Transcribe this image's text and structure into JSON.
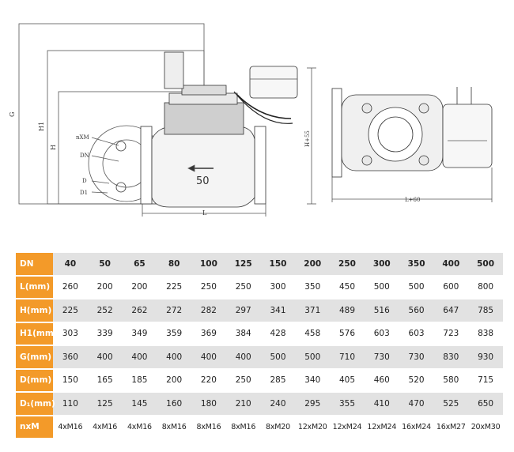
{
  "drawing": {
    "side_view": {
      "dim_labels": {
        "G": "G",
        "H1": "H1",
        "H": "H",
        "L": "L"
      },
      "callouts": {
        "nxm": "nXM",
        "dn": "DN",
        "d": "D",
        "d1": "D1"
      },
      "size_mark": "50"
    },
    "end_view": {
      "dim_labels": {
        "h55": "H+55",
        "l60": "L+60"
      }
    }
  },
  "table": {
    "header": {
      "label": "DN",
      "values": [
        "40",
        "50",
        "65",
        "80",
        "100",
        "125",
        "150",
        "200",
        "250",
        "300",
        "350",
        "400",
        "500"
      ]
    },
    "rows": [
      {
        "label": "L(mm)",
        "values": [
          "260",
          "200",
          "200",
          "225",
          "250",
          "250",
          "300",
          "350",
          "450",
          "500",
          "500",
          "600",
          "800"
        ]
      },
      {
        "label": "H(mm)",
        "values": [
          "225",
          "252",
          "262",
          "272",
          "282",
          "297",
          "341",
          "371",
          "489",
          "516",
          "560",
          "647",
          "785"
        ]
      },
      {
        "label": "H1(mm)",
        "values": [
          "303",
          "339",
          "349",
          "359",
          "369",
          "384",
          "428",
          "458",
          "576",
          "603",
          "603",
          "723",
          "838"
        ]
      },
      {
        "label": "G(mm)",
        "values": [
          "360",
          "400",
          "400",
          "400",
          "400",
          "400",
          "500",
          "500",
          "710",
          "730",
          "730",
          "830",
          "930"
        ]
      },
      {
        "label": "D(mm)",
        "values": [
          "150",
          "165",
          "185",
          "200",
          "220",
          "250",
          "285",
          "340",
          "405",
          "460",
          "520",
          "580",
          "715"
        ]
      },
      {
        "label": "D₁(mm)",
        "values": [
          "110",
          "125",
          "145",
          "160",
          "180",
          "210",
          "240",
          "295",
          "355",
          "410",
          "470",
          "525",
          "650"
        ]
      },
      {
        "label": "nxM",
        "values": [
          "4xM16",
          "4xM16",
          "4xM16",
          "8xM16",
          "8xM16",
          "8xM16",
          "8xM20",
          "12xM20",
          "12xM24",
          "12xM24",
          "16xM24",
          "16xM27",
          "20xM30"
        ]
      }
    ]
  }
}
